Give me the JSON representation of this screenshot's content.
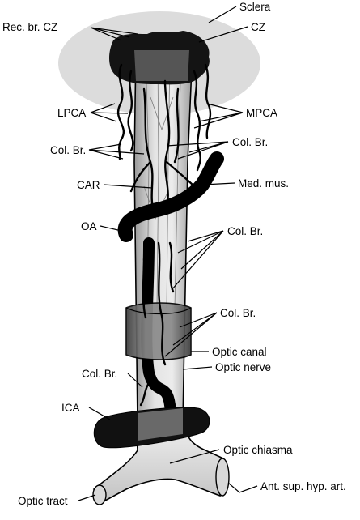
{
  "title": "",
  "labels": {
    "sclera": "Sclera",
    "rec_br_cz": "Rec. br. CZ",
    "cz": "CZ",
    "lpca": "LPCA",
    "mpca": "MPCA",
    "col_br_left_upper": "Col. Br.",
    "col_br_right_upper": "Col. Br.",
    "car": "CAR",
    "med_mus": "Med. mus.",
    "oa": "OA",
    "col_br_right_middle": "Col. Br.",
    "col_br_right_lower": "Col. Br.",
    "optic_canal": "Optic canal",
    "optic_nerve": "Optic nerve",
    "col_br_left_lower": "Col. Br.",
    "ica": "ICA",
    "optic_chiasma": "Optic chiasma",
    "optic_tract": "Optic tract",
    "ant_sup_hyp_art": "Ant. sup. hyp. art."
  }
}
